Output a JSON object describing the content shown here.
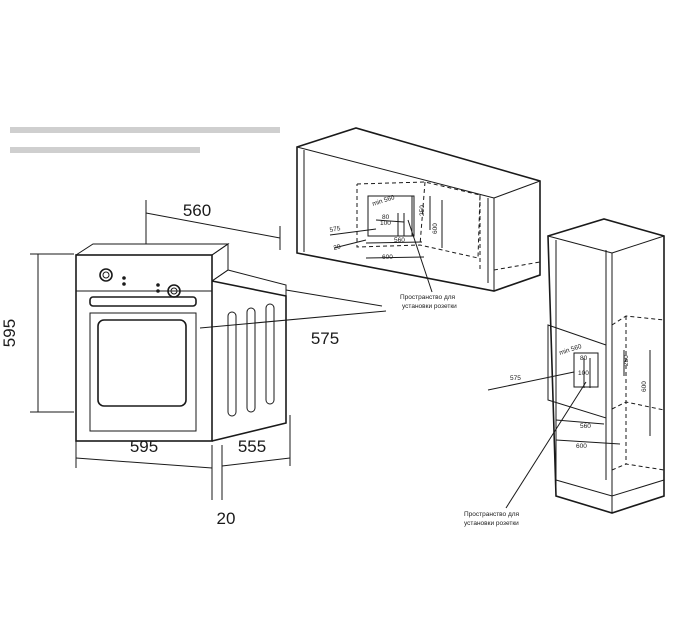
{
  "oven_dimensions": {
    "width_top": "560",
    "height": "595",
    "depth_top": "575",
    "width_bottom": "595",
    "depth_bottom": "555",
    "door_offset": "20"
  },
  "cabinet_under_counter": {
    "min_label": "min 560",
    "dim_80": "80",
    "dim_100": "100",
    "dim_250": "250",
    "dim_600": "600",
    "dim_575": "575",
    "dim_20": "20",
    "dim_560": "560",
    "dim_600_bottom": "600",
    "note_line1": "Пространство для",
    "note_line2": "установки розетки"
  },
  "cabinet_tall": {
    "min_label": "min 560",
    "dim_80": "80",
    "dim_100": "100",
    "dim_250": "250",
    "dim_600": "600",
    "dim_575": "575",
    "dim_560": "560",
    "dim_600_bottom": "600",
    "note_line1": "Пространство для",
    "note_line2": "установки розетки"
  }
}
